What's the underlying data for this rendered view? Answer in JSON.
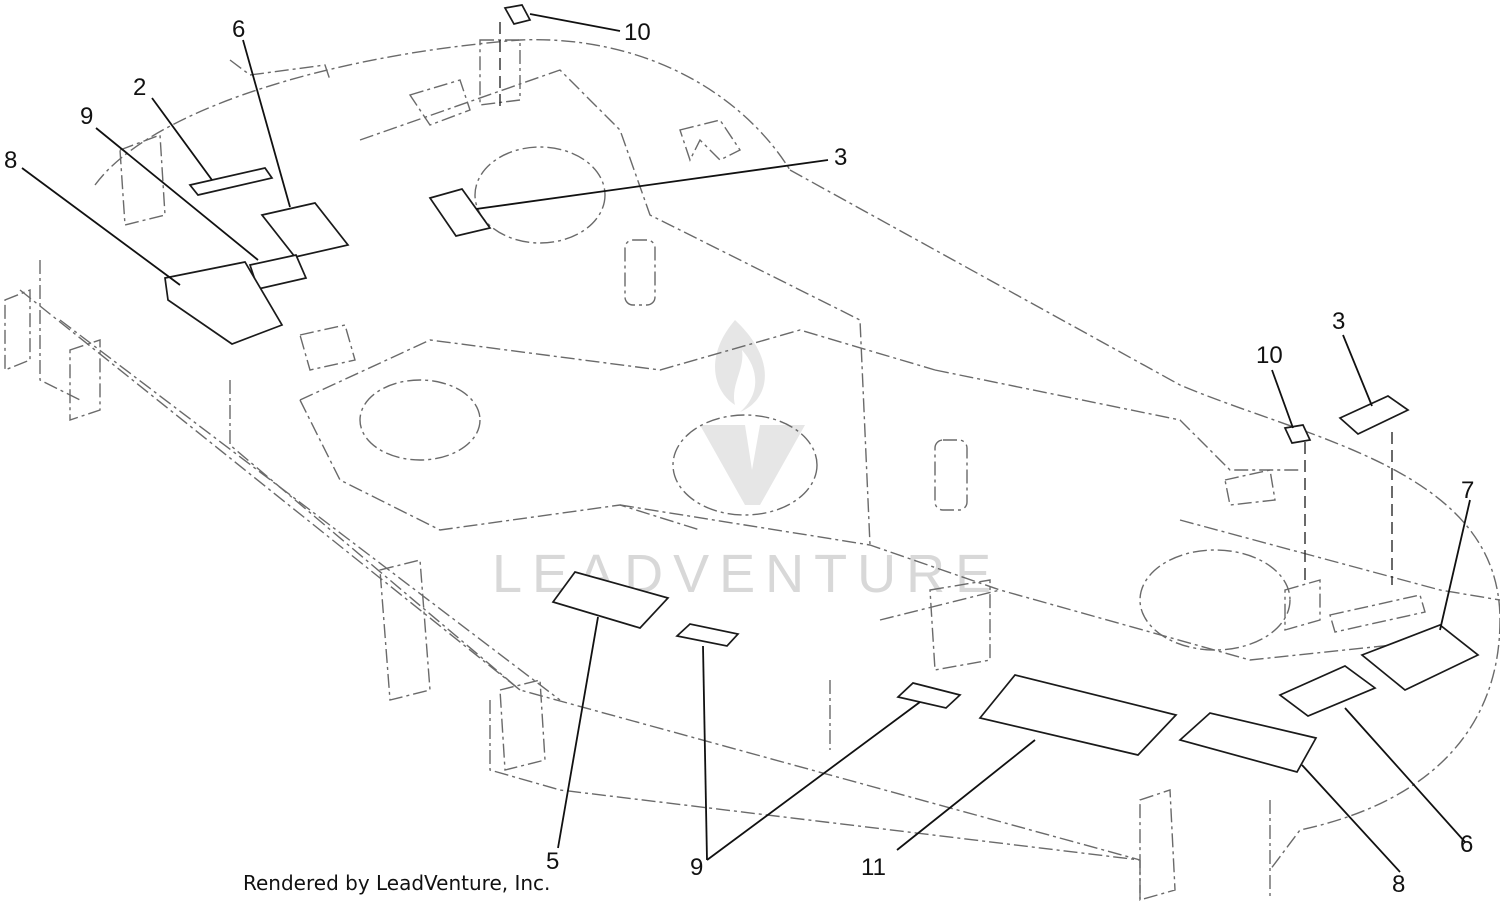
{
  "callouts": {
    "c2": "2",
    "c3_left": "3",
    "c3_right": "3",
    "c5": "5",
    "c6_left": "6",
    "c6_right": "6",
    "c7": "7",
    "c8_left": "8",
    "c8_right": "8",
    "c9_left": "9",
    "c9_bottom": "9",
    "c10_top": "10",
    "c10_right": "10",
    "c11": "11"
  },
  "credit": "Rendered by LeadVenture, Inc.",
  "watermark": "LEADVENTURE"
}
